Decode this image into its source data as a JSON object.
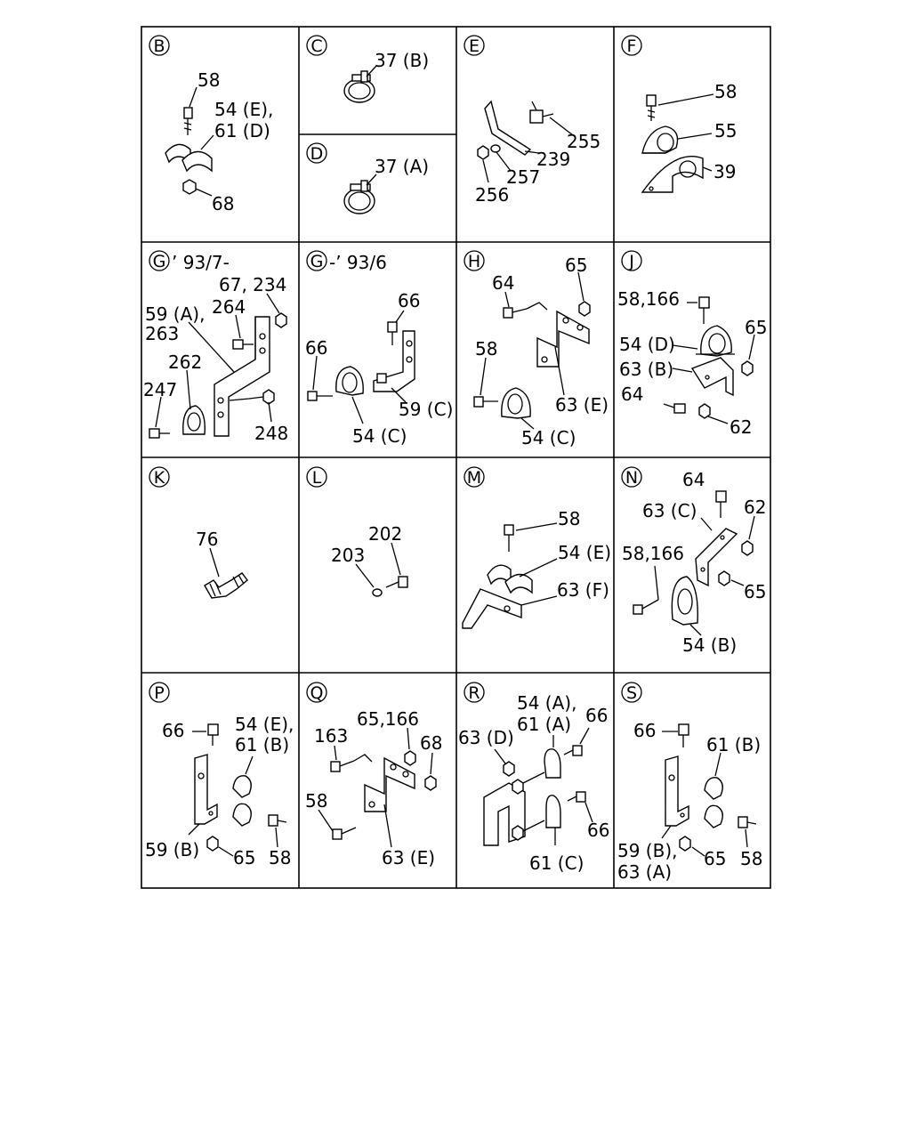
{
  "cells": [
    {
      "letter": "B",
      "labels": [
        "58",
        "54 (E),",
        "61 (D)",
        "68"
      ]
    },
    {
      "letter": "C",
      "labels": [
        "37 (B)"
      ]
    },
    {
      "letter": "D",
      "labels": [
        "37 (A)"
      ]
    },
    {
      "letter": "E",
      "labels": [
        "255",
        "239",
        "257",
        "256"
      ]
    },
    {
      "letter": "F",
      "labels": [
        "58",
        "55",
        "39"
      ]
    },
    {
      "letter": "G",
      "heading": "’ 93/7-",
      "labels": [
        "67, 234",
        "264",
        "59 (A),",
        "263",
        "262",
        "247",
        "248"
      ]
    },
    {
      "letter": "G",
      "heading": "-’ 93/6",
      "labels": [
        "66",
        "66",
        "59 (C)",
        "54 (C)"
      ]
    },
    {
      "letter": "H",
      "labels": [
        "64",
        "65",
        "58",
        "63 (E)",
        "54 (C)"
      ]
    },
    {
      "letter": "J",
      "labels": [
        "58,166",
        "65",
        "54 (D)",
        "63 (B)",
        "64",
        "62"
      ]
    },
    {
      "letter": "K",
      "labels": [
        "76"
      ]
    },
    {
      "letter": "L",
      "labels": [
        "202",
        "203"
      ]
    },
    {
      "letter": "M",
      "labels": [
        "58",
        "54 (E)",
        "63 (F)"
      ]
    },
    {
      "letter": "N",
      "labels": [
        "64",
        "63 (C)",
        "62",
        "58,166",
        "65",
        "54 (B)"
      ]
    },
    {
      "letter": "P",
      "labels": [
        "66",
        "54 (E),",
        "61 (B)",
        "59 (B)",
        "65",
        "58"
      ]
    },
    {
      "letter": "Q",
      "labels": [
        "65,166",
        "163",
        "68",
        "58",
        "63 (E)"
      ]
    },
    {
      "letter": "R",
      "labels": [
        "54 (A),",
        "61 (A)",
        "63 (D)",
        "66",
        "66",
        "61 (C)"
      ]
    },
    {
      "letter": "S",
      "labels": [
        "66",
        "61 (B)",
        "59 (B),",
        "63 (A)",
        "65",
        "58"
      ]
    }
  ]
}
